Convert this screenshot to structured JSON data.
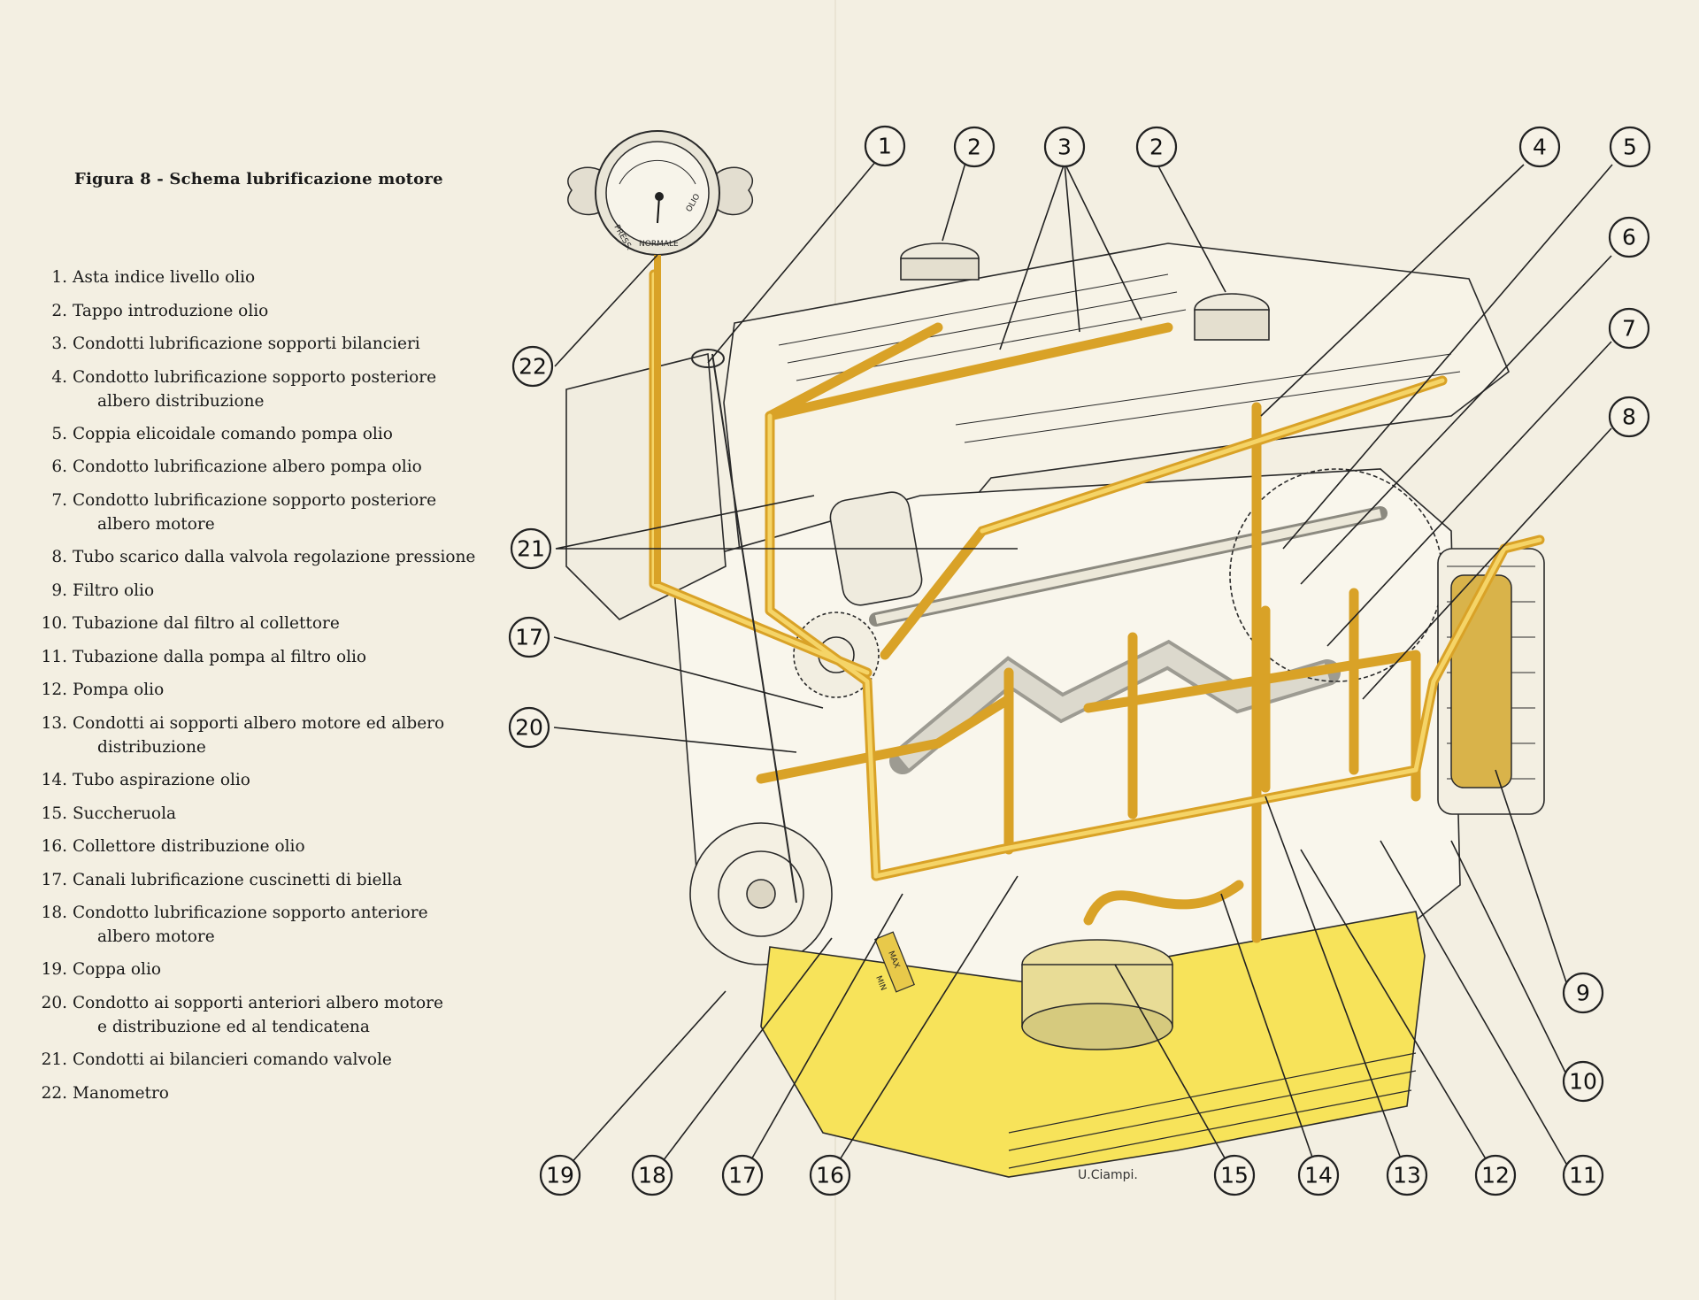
{
  "title": "Figura 8 - Schema lubrificazione motore",
  "legend": [
    {
      "num": "1.",
      "text": "Asta indice livello olio"
    },
    {
      "num": "2.",
      "text": "Tappo introduzione olio"
    },
    {
      "num": "3.",
      "text": "Condotti lubrificazione sopporti bilancieri"
    },
    {
      "num": "4.",
      "text": "Condotto lubrificazione sopporto posteriore",
      "cont": "albero distribuzione"
    },
    {
      "num": "5.",
      "text": "Coppia elicoidale comando pompa olio"
    },
    {
      "num": "6.",
      "text": "Condotto lubrificazione albero pompa olio"
    },
    {
      "num": "7.",
      "text": "Condotto lubrificazione sopporto posteriore",
      "cont": "albero motore"
    },
    {
      "num": "8.",
      "text": "Tubo scarico dalla valvola regolazione pressione"
    },
    {
      "num": "9.",
      "text": "Filtro olio"
    },
    {
      "num": "10.",
      "text": "Tubazione dal filtro al collettore"
    },
    {
      "num": "11.",
      "text": "Tubazione dalla pompa al filtro olio"
    },
    {
      "num": "12.",
      "text": "Pompa olio"
    },
    {
      "num": "13.",
      "text": "Condotti ai sopporti albero motore ed albero",
      "cont": "distribuzione"
    },
    {
      "num": "14.",
      "text": "Tubo aspirazione olio"
    },
    {
      "num": "15.",
      "text": "Succheruola"
    },
    {
      "num": "16.",
      "text": "Collettore distribuzione olio"
    },
    {
      "num": "17.",
      "text": "Canali lubrificazione cuscinetti di biella"
    },
    {
      "num": "18.",
      "text": "Condotto lubrificazione sopporto anteriore",
      "cont": "albero motore"
    },
    {
      "num": "19.",
      "text": "Coppa olio"
    },
    {
      "num": "20.",
      "text": "Condotto ai sopporti anteriori albero motore",
      "cont": "e distribuzione ed al tendicatena"
    },
    {
      "num": "21.",
      "text": "Condotti ai bilancieri comando valvole"
    },
    {
      "num": "22.",
      "text": "Manometro"
    }
  ],
  "callouts": {
    "c1": "1",
    "c2a": "2",
    "c3": "3",
    "c2b": "2",
    "c4": "4",
    "c5": "5",
    "c6": "6",
    "c7": "7",
    "c8": "8",
    "c22": "22",
    "c21": "21",
    "c17a": "17",
    "c20": "20",
    "c9": "9",
    "c10": "10",
    "c11": "11",
    "c12": "12",
    "c13": "13",
    "c14": "14",
    "c15": "15",
    "c16": "16",
    "c17b": "17",
    "c18": "18",
    "c19": "19"
  },
  "gauge": {
    "left": "PRESS.",
    "bottom": "NORMALE",
    "right": "OLIO"
  },
  "dipstick": {
    "max": "MAX",
    "min": "MIN"
  },
  "signature": "U.Ciampi.",
  "colors": {
    "oil": "#f0c43c",
    "oil_line": "#d9a227",
    "sump": "#f7e35a",
    "paper": "#f3efe2",
    "ink": "#222222"
  }
}
